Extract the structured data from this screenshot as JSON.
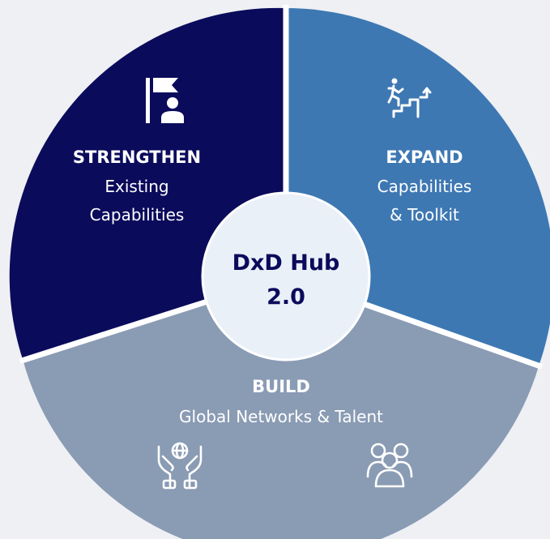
{
  "center": {
    "line1": "DxD Hub",
    "line2": "2.0"
  },
  "segments": {
    "strengthen": {
      "title": "STRENGTHEN",
      "line1": "Existing",
      "line2": "Capabilities",
      "color": "#0b0b5c",
      "icon": "flag-person-icon"
    },
    "expand": {
      "title": "EXPAND",
      "line1": "Capabilities",
      "line2": "& Toolkit",
      "color": "#3e78b3",
      "icon": "person-climbing-stairs-icon"
    },
    "build": {
      "title": "BUILD",
      "line1": "Global Networks & Talent",
      "color": "#8a9bb4",
      "icons": [
        "hands-globe-icon",
        "people-group-icon"
      ]
    }
  },
  "colors": {
    "background": "#eef0f4",
    "center_fill": "#e9f0f8",
    "center_text": "#0b0b5c",
    "icon_color": "#ffffff"
  }
}
